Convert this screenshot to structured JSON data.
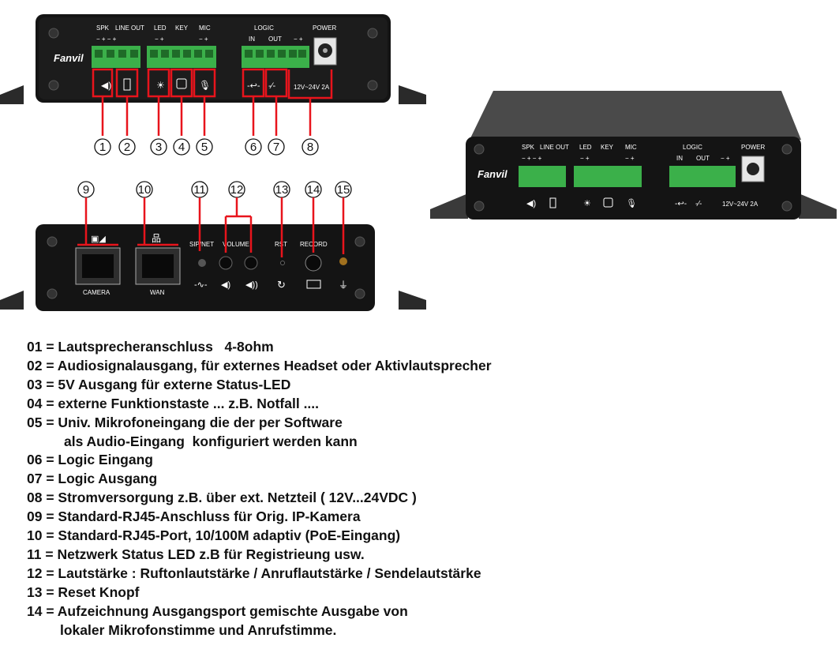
{
  "brand": "Fanvil",
  "front_panel": {
    "labels": {
      "spk": "SPK",
      "line_out": "LINE OUT",
      "led": "LED",
      "key": "KEY",
      "mic": "MIC",
      "logic": "LOGIC",
      "in": "IN",
      "out": "OUT",
      "power": "POWER",
      "voltage": "12V~24V 2A",
      "minus": "−",
      "plus": "+"
    }
  },
  "back_panel": {
    "labels": {
      "camera": "CAMERA",
      "wan": "WAN",
      "sip_net": "SIP/NET",
      "volume": "VOLUME",
      "rst": "RST",
      "record": "RECORD"
    }
  },
  "callouts": [
    "1",
    "2",
    "3",
    "4",
    "5",
    "6",
    "7",
    "8",
    "9",
    "10",
    "11",
    "12",
    "13",
    "14",
    "15"
  ],
  "legend": {
    "l01": "01 = Lautsprecheranschluss   4-8ohm",
    "l02": "02 = Audiosignalausgang, für externes Headset oder Aktivlautsprecher",
    "l03": "03 = 5V Ausgang für externe Status-LED",
    "l04": "04 = externe Funktionstaste ... z.B. Notfall ....",
    "l05": "05 = Univ. Mikrofoneingang die der per Software",
    "l05b": "als Audio-Eingang  konfiguriert werden kann",
    "l06": "06 = Logic Eingang",
    "l07": "07 = Logic Ausgang",
    "l08": "08 = Stromversorgung z.B. über ext. Netzteil ( 12V...24VDC )",
    "l09": "09 = Standard-RJ45-Anschluss für Orig. IP-Kamera",
    "l10": "10 = Standard-RJ45-Port, 10/100M adaptiv (PoE-Eingang)",
    "l11": "11 = Netzwerk Status LED z.B für Registrieung usw.",
    "l12": "12 = Lautstärke : Ruftonlautstärke / Anruflautstärke / Sendelautstärke",
    "l13": "13 = Reset Knopf",
    "l14": "14 = Aufzeichnung Ausgangsport gemischte Ausgabe von",
    "l14b": "lokaler Mikrofonstimme und Anrufstimme."
  }
}
